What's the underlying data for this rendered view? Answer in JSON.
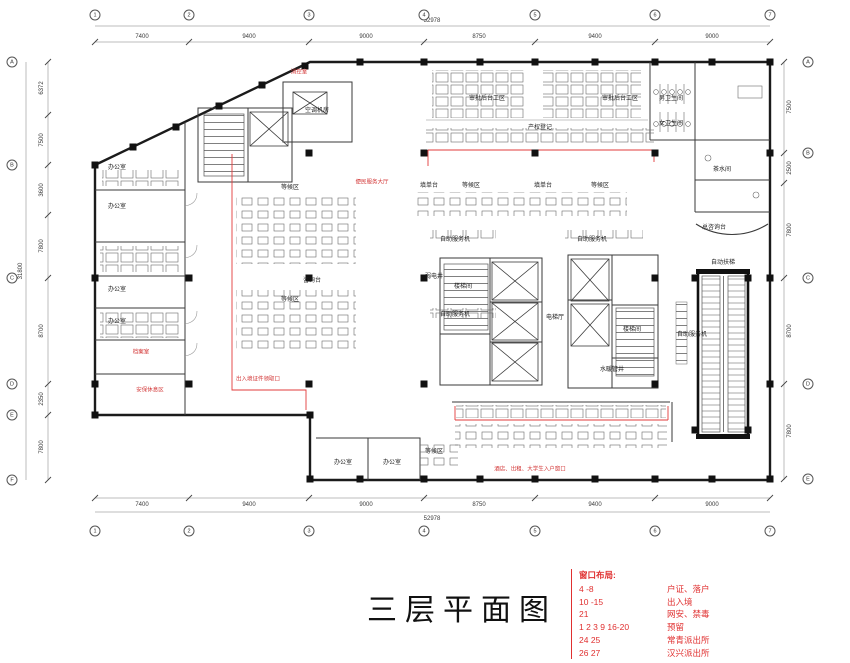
{
  "title": "三层平面图",
  "legend": {
    "header": "窗口布局:",
    "rows": [
      {
        "win": "4 -8",
        "dept": "户证、落户"
      },
      {
        "win": "10 -15",
        "dept": "出入境"
      },
      {
        "win": "21",
        "dept": "网安、禁毒"
      },
      {
        "win": "1  2  3   9   16-20",
        "dept": "预留"
      },
      {
        "win": "24  25",
        "dept": "常青派出所"
      },
      {
        "win": "26  27",
        "dept": "汉兴派出所"
      }
    ]
  },
  "dims": {
    "top": [
      "7400",
      "9400",
      "9000",
      "8750",
      "9400",
      "9000"
    ],
    "top_total": "52978",
    "bottom": [
      "7400",
      "9400",
      "9000",
      "8750",
      "9400",
      "9000"
    ],
    "bottom_total": "52978",
    "left": [
      "6372",
      "7500",
      "3600",
      "7800",
      "8700",
      "2350",
      "7800"
    ],
    "left_total": "31800",
    "right": [
      "7500",
      "2500",
      "7800",
      "8700",
      "7800"
    ]
  },
  "grid": {
    "top": [
      "1",
      "2",
      "3",
      "4",
      "5",
      "6",
      "7"
    ],
    "bottom": [
      "1",
      "2",
      "3",
      "4",
      "5",
      "6",
      "7"
    ],
    "left": [
      "A",
      "B",
      "C",
      "D",
      "E",
      "F"
    ],
    "right": [
      "A",
      "B",
      "C",
      "D",
      "E"
    ]
  },
  "rooms": [
    "空调机房",
    "办公室",
    "办公室",
    "办公室",
    "办公室",
    "审批后台工区",
    "审批后台工区",
    "产权登记",
    "男卫生间",
    "女卫生间",
    "茶水间",
    "填单台",
    "等候区",
    "填单台",
    "等候区",
    "等候区",
    "等候区",
    "咨询台",
    "自助服务机",
    "自助服务机",
    "自助服务机",
    "自助服务机",
    "楼梯间",
    "电梯厅",
    "楼梯间",
    "水暖管井",
    "弱电井",
    "总咨询台",
    "自动扶梯",
    "办公室",
    "办公室",
    "等候区",
    "酒店、出租、大学生入户窗口",
    "出入境证件领取口",
    "消控室",
    "档案室",
    "安保休息区",
    "便民服务大厅"
  ]
}
